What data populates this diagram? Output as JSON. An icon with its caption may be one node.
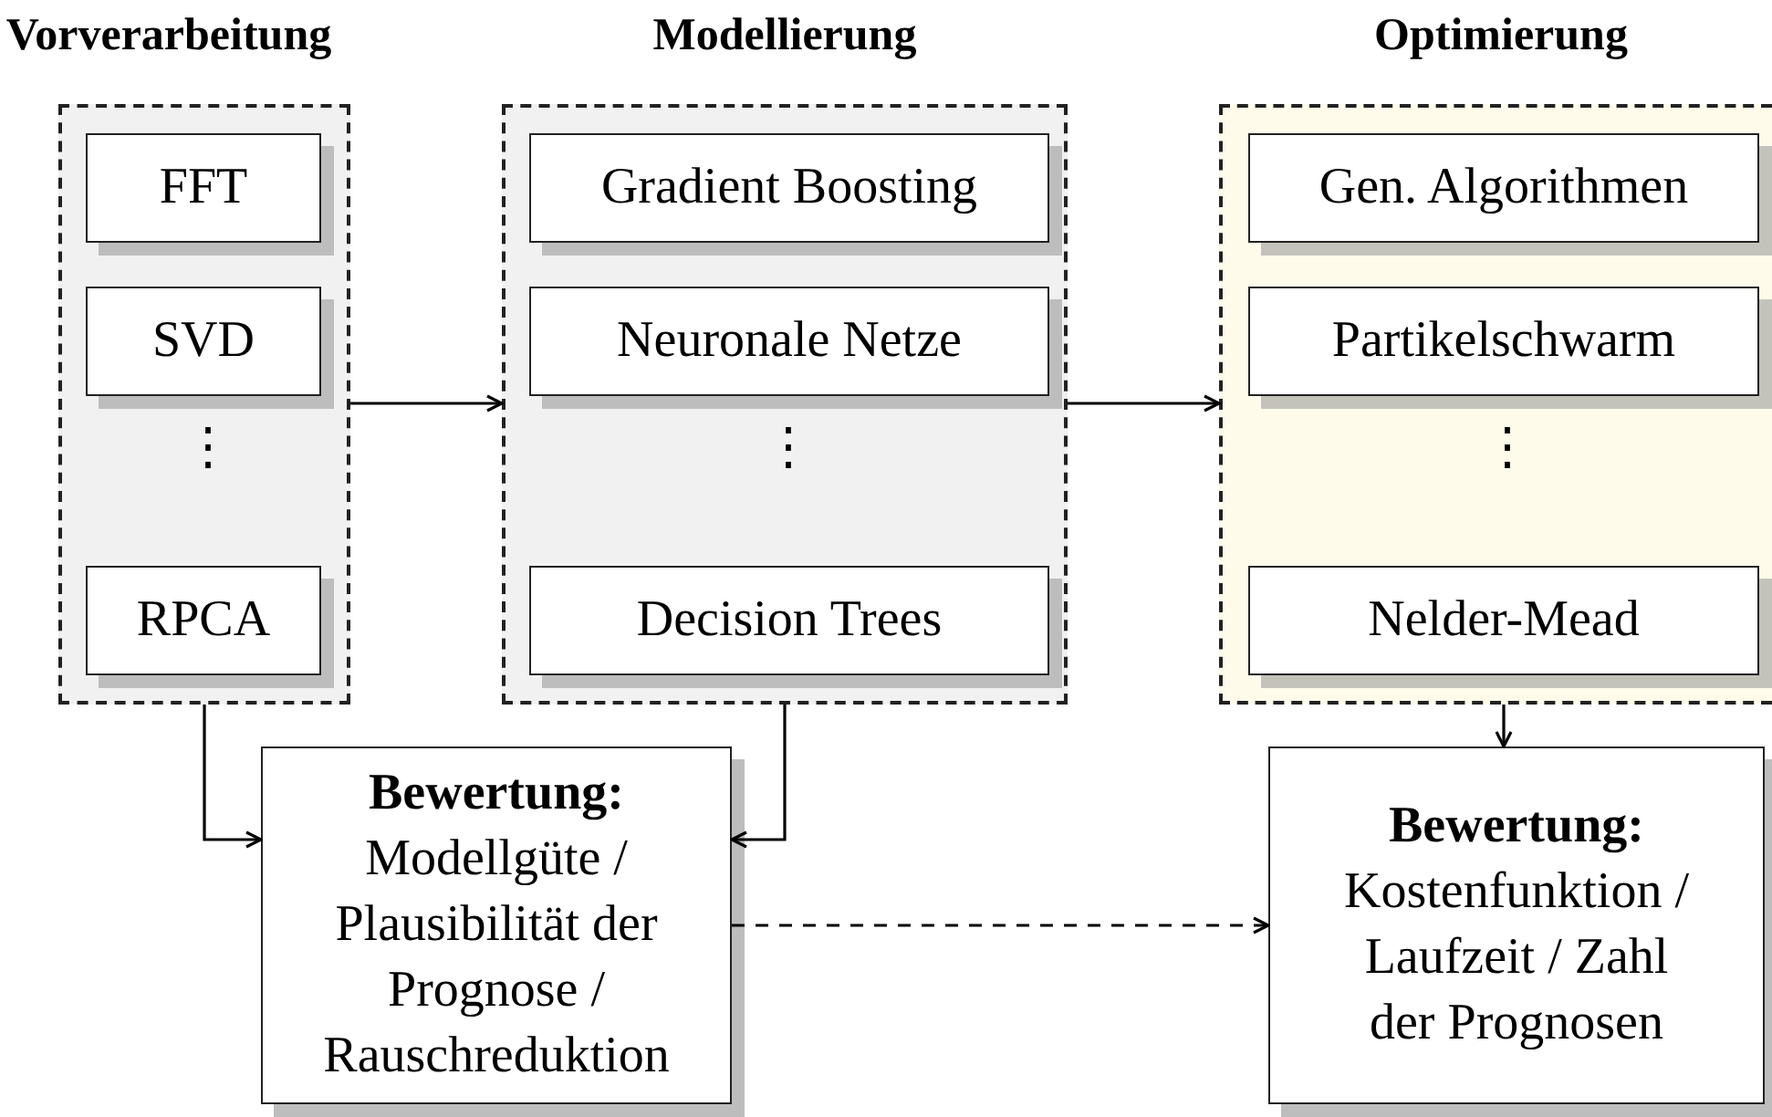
{
  "diagram": {
    "nodes": [
      {
        "text": [
          "Vorverarbeitung"
        ]
      },
      {
        "text": [
          "FFT"
        ],
        "in": 0
      },
      {
        "text": [
          "SVD"
        ],
        "in": 0
      },
      {
        "text": [
          "RPCA"
        ],
        "in": 0
      },
      {
        "text": [
          "Modellierung"
        ]
      },
      {
        "text": [
          "Gradient Boosting"
        ],
        "in": 4
      },
      {
        "text": [
          "Neuronale Netze"
        ],
        "in": 4
      },
      {
        "text": [
          "Decision Trees"
        ],
        "in": 4
      },
      {
        "text": [
          "Optimierung"
        ]
      },
      {
        "text": [
          "Gen. Algorithmen"
        ],
        "in": 8
      },
      {
        "text": [
          "Partikelschwarm"
        ],
        "in": 8
      },
      {
        "text": [
          "Nelder-Mead"
        ],
        "in": 8
      },
      {
        "text": [
          "Bewertung:",
          "Modellgüte / Plausibilität der Prognose / Rauschreduktion"
        ]
      },
      {
        "text": [
          "Bewertung:",
          "Kostenfunktion / Laufzeit / Zahl der Prognosen"
        ]
      }
    ],
    "edges": [
      {
        "from": 0,
        "to": 4,
        "arrow": "to"
      },
      {
        "from": 4,
        "to": 8,
        "arrow": "to"
      },
      {
        "from": 0,
        "to": 12,
        "arrow": "to"
      },
      {
        "from": 4,
        "to": 12,
        "arrow": "to"
      },
      {
        "from": 8,
        "to": 13,
        "arrow": "to"
      },
      {
        "from": 12,
        "to": 13,
        "arrow": "to",
        "style": "dashed"
      }
    ],
    "labels": [
      "⋮",
      "⋮",
      "⋮"
    ]
  }
}
